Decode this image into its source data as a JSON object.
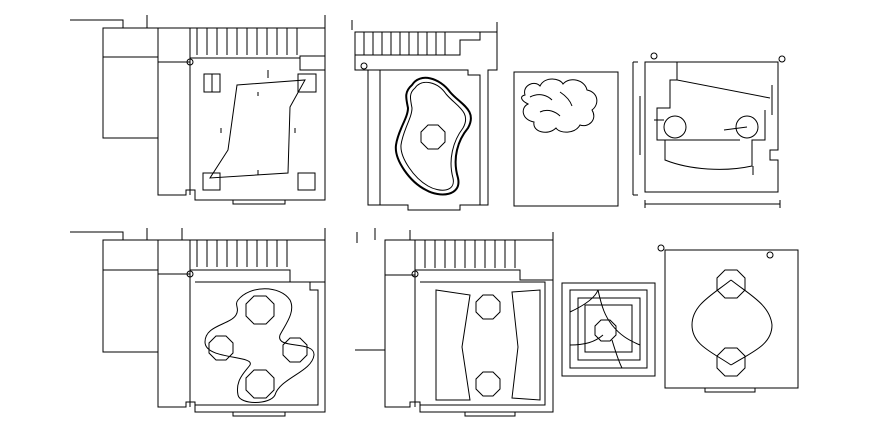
{
  "drawing": {
    "background": "#ffffff",
    "line_color": "#000000",
    "plans": [
      {
        "id": "plan-1",
        "shape": "irregular-quad-with-square-pillars"
      },
      {
        "id": "plan-2",
        "shape": "blob-pool-with-octagon"
      },
      {
        "id": "plan-3",
        "shape": "cloud-blob"
      },
      {
        "id": "plan-4",
        "shape": "curved-lens-with-circles"
      },
      {
        "id": "plan-5",
        "shape": "serpentine-with-octagons"
      },
      {
        "id": "plan-6",
        "shape": "tapered-panels-with-octagons"
      },
      {
        "id": "plan-7",
        "shape": "nested-squares-with-octagon"
      },
      {
        "id": "plan-8",
        "shape": "lens-with-octagons"
      }
    ]
  }
}
